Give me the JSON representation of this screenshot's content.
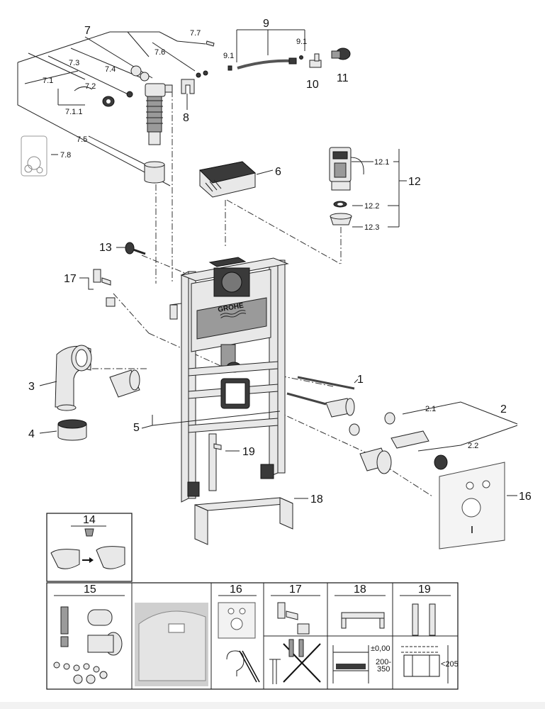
{
  "labels": {
    "l1": "1",
    "l2": "2",
    "l2_1": "2.1",
    "l2_2": "2.2",
    "l3": "3",
    "l4": "4",
    "l5": "5",
    "l6": "6",
    "l7": "7",
    "l7_1": "7.1",
    "l7_1_1": "7.1.1",
    "l7_2": "7.2",
    "l7_3": "7.3",
    "l7_4": "7.4",
    "l7_5": "7.5",
    "l7_6": "7.6",
    "l7_7": "7.7",
    "l7_8": "7.8",
    "l8": "8",
    "l9": "9",
    "l9_1a": "9.1",
    "l9_1b": "9.1",
    "l10": "10",
    "l11": "11",
    "l12": "12",
    "l12_1": "12.1",
    "l12_2": "12.2",
    "l12_3": "12.3",
    "l13": "13",
    "l16": "16",
    "l17": "17",
    "l18": "18",
    "l19": "19"
  },
  "brand": "GROHE",
  "panel14": {
    "title": "14"
  },
  "bottom": {
    "p15": "15",
    "p16": "16",
    "p17": "17",
    "p18": "18",
    "p19": "19"
  },
  "dims": {
    "d0": "±0,00",
    "d1": "200-",
    "d2": "350",
    "d3": "<205"
  }
}
